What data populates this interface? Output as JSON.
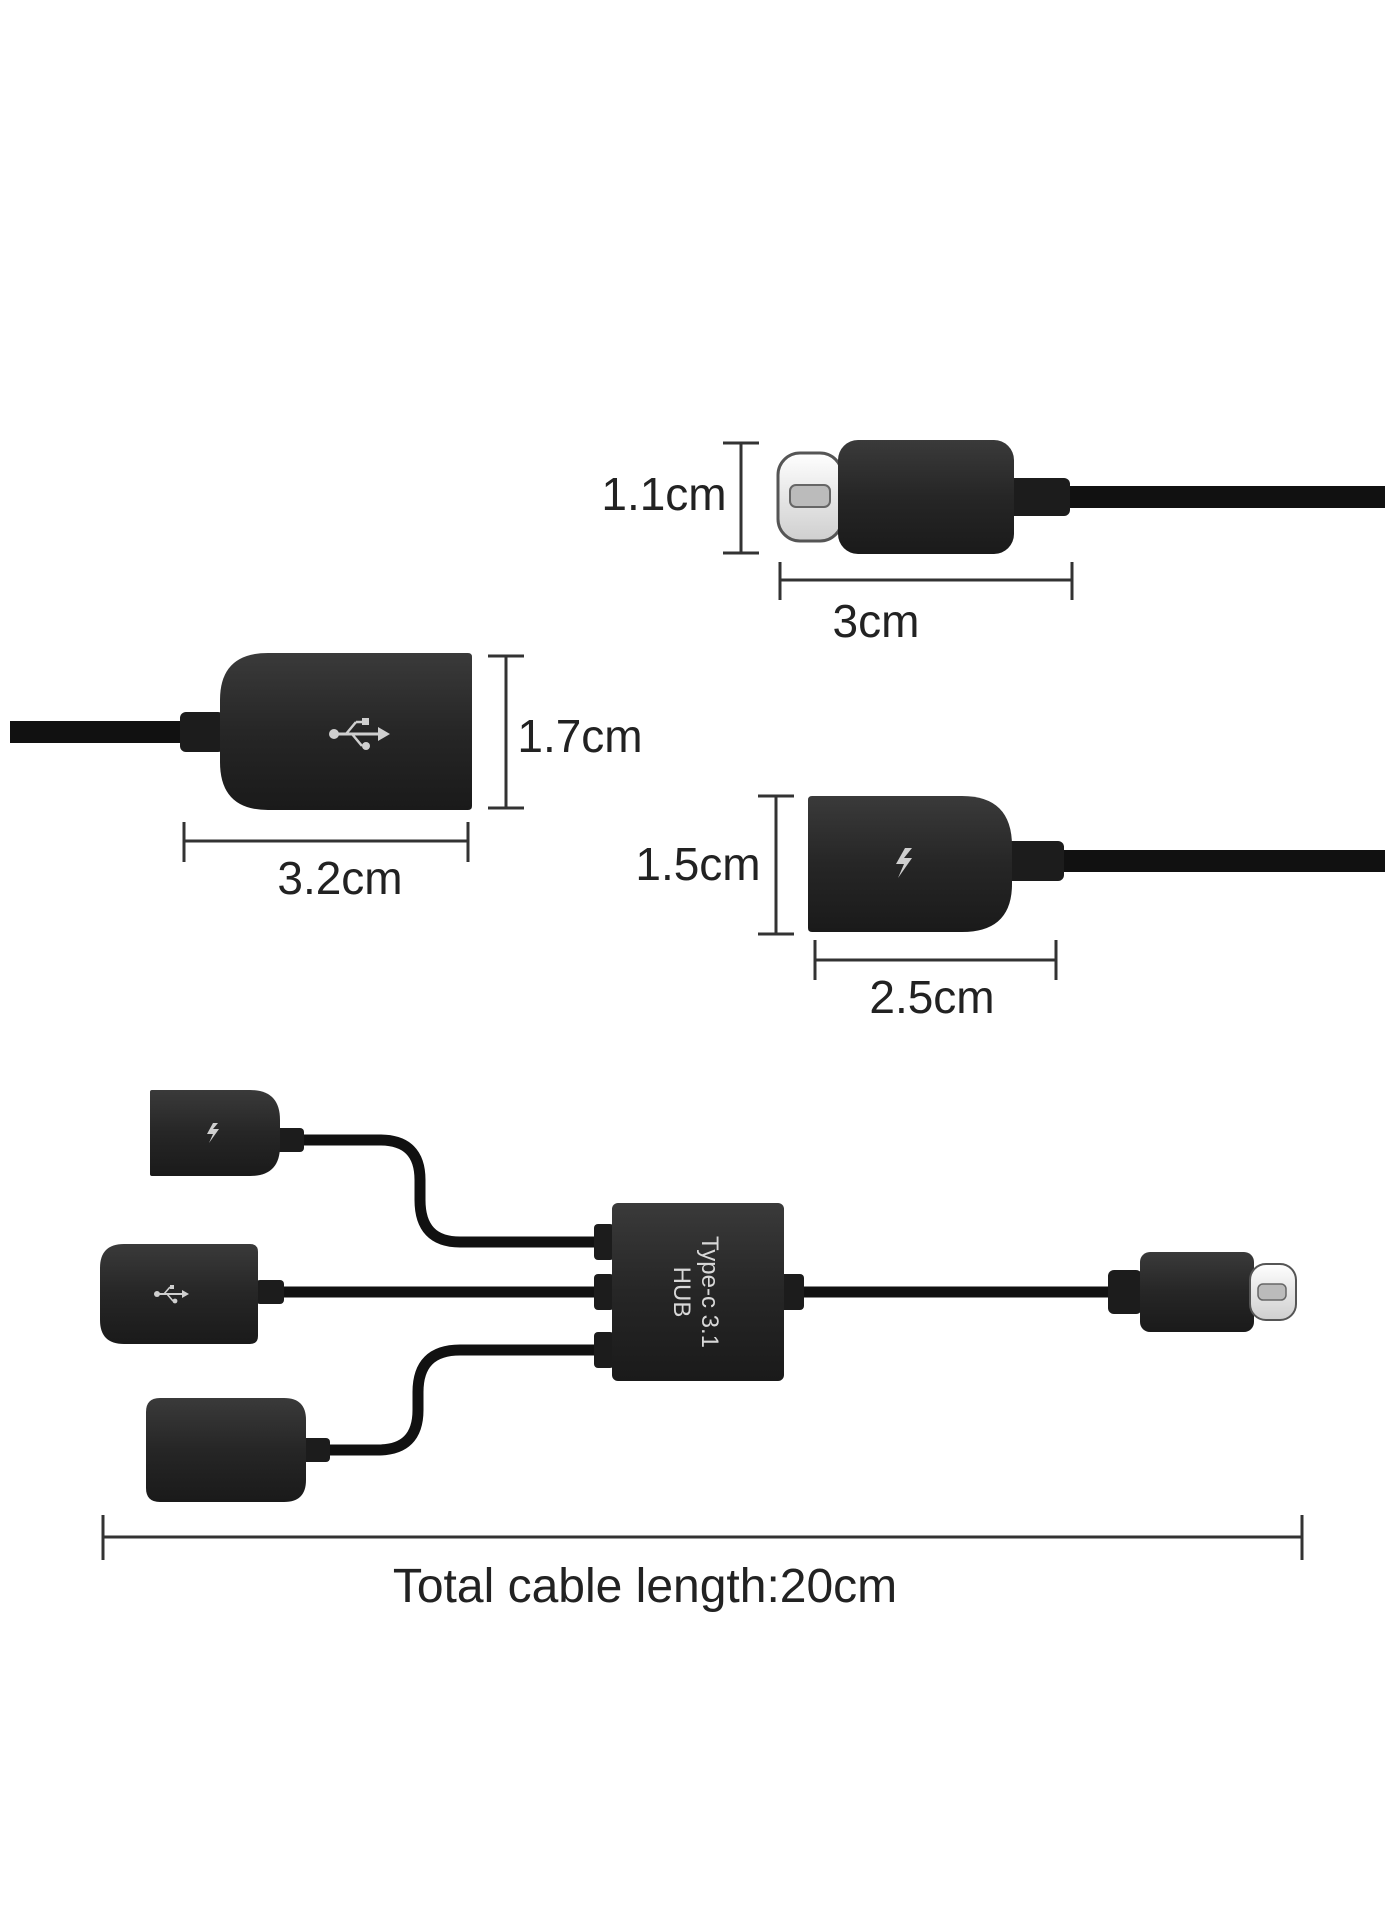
{
  "colors": {
    "background": "#ffffff",
    "connector_body": "#2a2a2a",
    "cable": "#111111",
    "metal_plug": "#f4f4f4",
    "dimension_line": "#333333"
  },
  "dimensions": {
    "type_c_height": "1.1cm",
    "type_c_length": "3cm",
    "usb_a_height": "1.7cm",
    "usb_a_length": "3.2cm",
    "charge_port_height": "1.5cm",
    "charge_port_length": "2.5cm"
  },
  "hub": {
    "line1": "Type-c 3.1",
    "line2": "HUB"
  },
  "total_length": "Total cable length:20cm",
  "icons": [
    "usb-icon",
    "lightning-bolt-icon"
  ]
}
